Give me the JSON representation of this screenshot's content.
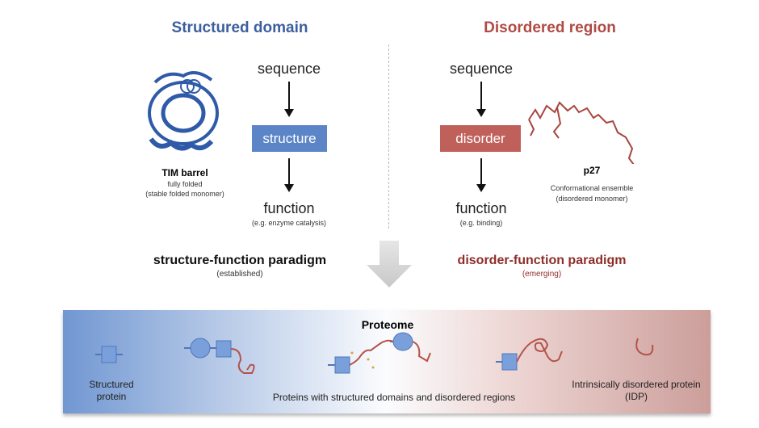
{
  "left": {
    "title": "Structured domain",
    "sequence": "sequence",
    "box": "structure",
    "function": "function",
    "function_note": "(e.g. enzyme catalysis)",
    "protein_name": "TIM barrel",
    "protein_desc1": "fully folded",
    "protein_desc2": "(stable folded monomer)",
    "paradigm": "structure-function paradigm",
    "paradigm_note": "(established)"
  },
  "right": {
    "title": "Disordered region",
    "sequence": "sequence",
    "box": "disorder",
    "function": "function",
    "function_note": "(e.g. binding)",
    "protein_name": "p27",
    "protein_desc1": "Conformational ensemble",
    "protein_desc2": "(disordered monomer)",
    "paradigm": "disorder-function paradigm",
    "paradigm_note": "(emerging)"
  },
  "proteome": {
    "title": "Proteome",
    "structured": "Structured protein",
    "mixed": "Proteins with structured domains and disordered regions",
    "idp": "Intrinsically disordered protein (IDP)"
  },
  "colors": {
    "blue": "#3d5f9e",
    "blue_box": "#5b85c6",
    "red": "#a8453f",
    "red_box": "#c0605a"
  }
}
